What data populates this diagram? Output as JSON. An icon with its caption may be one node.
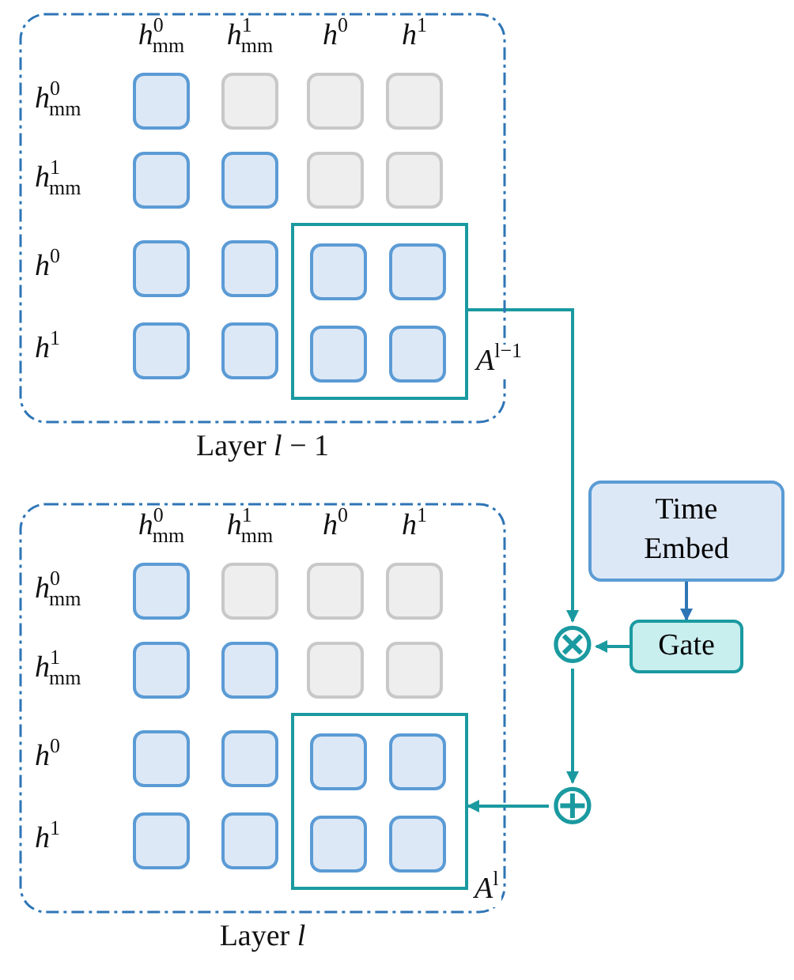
{
  "diagram": {
    "nodes": [
      {
        "text": [
          "Layer *l* − 1"
        ]
      },
      {
        "text": [],
        "shape": "box",
        "in": 0,
        "beside": [
          "*A*$^{l−1}$"
        ]
      },
      {
        "text": [],
        "shape": "box",
        "in": 0
      },
      {
        "text": [],
        "shape": "box",
        "in": 0
      },
      {
        "text": [],
        "shape": "box",
        "in": 0
      },
      {
        "text": [],
        "shape": "box",
        "in": 0
      },
      {
        "text": [],
        "shape": "box",
        "in": 0
      },
      {
        "text": [],
        "shape": "box",
        "in": 0
      },
      {
        "text": [],
        "shape": "box",
        "in": 0
      },
      {
        "text": [],
        "shape": "box",
        "in": 0
      },
      {
        "text": [],
        "shape": "box",
        "in": 0
      },
      {
        "text": [],
        "shape": "box",
        "in": 0
      },
      {
        "text": [],
        "shape": "box",
        "in": 1
      },
      {
        "text": [],
        "shape": "box",
        "in": 1
      },
      {
        "text": [],
        "shape": "box",
        "in": 0
      },
      {
        "text": [],
        "shape": "box",
        "in": 0
      },
      {
        "text": [],
        "shape": "box",
        "in": 1
      },
      {
        "text": [],
        "shape": "box",
        "in": 1
      },
      {
        "text": [
          "Layer *l*"
        ]
      },
      {
        "text": [],
        "shape": "box",
        "in": 18,
        "beside": [
          "*A*$^{l}$"
        ]
      },
      {
        "text": [],
        "shape": "box",
        "in": 18
      },
      {
        "text": [],
        "shape": "box",
        "in": 18
      },
      {
        "text": [],
        "shape": "box",
        "in": 18
      },
      {
        "text": [],
        "shape": "box",
        "in": 18
      },
      {
        "text": [],
        "shape": "box",
        "in": 18
      },
      {
        "text": [],
        "shape": "box",
        "in": 18
      },
      {
        "text": [],
        "shape": "box",
        "in": 18
      },
      {
        "text": [],
        "shape": "box",
        "in": 18
      },
      {
        "text": [],
        "shape": "box",
        "in": 18
      },
      {
        "text": [],
        "shape": "box",
        "in": 18
      },
      {
        "text": [],
        "shape": "box",
        "in": 19
      },
      {
        "text": [],
        "shape": "box",
        "in": 19
      },
      {
        "text": [],
        "shape": "box",
        "in": 18
      },
      {
        "text": [],
        "shape": "box",
        "in": 18
      },
      {
        "text": [],
        "shape": "box",
        "in": 19
      },
      {
        "text": [],
        "shape": "box",
        "in": 19
      },
      {
        "text": [
          "Time Embed"
        ]
      },
      {
        "text": [
          "Gate"
        ]
      },
      {
        "text": [
          "⊗"
        ]
      },
      {
        "text": [
          "⊕"
        ]
      }
    ],
    "edges": [
      {
        "from": 1,
        "to": 38,
        "arrow": "to"
      },
      {
        "from": 36,
        "to": 37,
        "arrow": "to",
        "color": "#2e75b6"
      },
      {
        "from": 37,
        "to": 38,
        "arrow": "to"
      },
      {
        "from": 38,
        "to": 39,
        "arrow": "to"
      },
      {
        "from": 39,
        "to": 19,
        "arrow": "to"
      }
    ],
    "labels": [
      "*h*$^{0}$$_{mm}$",
      "*h*$^{1}$$_{mm}$",
      "*h*$^{0}$",
      "*h*$^{1}$",
      "*h*$^{0}$$_{mm}$",
      "*h*$^{1}$$_{mm}$",
      "*h*$^{0}$",
      "*h*$^{1}$",
      "*h*$^{0}$$_{mm}$",
      "*h*$^{1}$$_{mm}$",
      "*h*$^{0}$",
      "*h*$^{1}$",
      "*h*$^{0}$$_{mm}$",
      "*h*$^{1}$$_{mm}$",
      "*h*$^{0}$",
      "*h*$^{1}$"
    ]
  }
}
